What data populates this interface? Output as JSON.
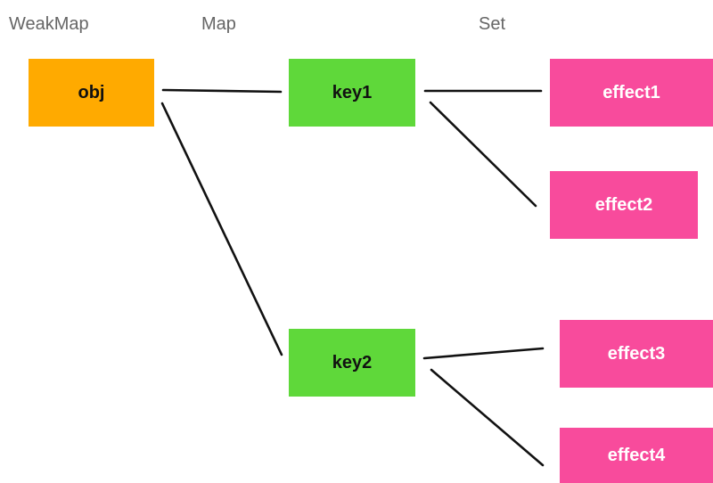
{
  "headers": {
    "weakmap": "WeakMap",
    "map": "Map",
    "set": "Set"
  },
  "nodes": {
    "obj": "obj",
    "key1": "key1",
    "key2": "key2",
    "effect1": "effect1",
    "effect2": "effect2",
    "effect3": "effect3",
    "effect4": "effect4"
  },
  "colors": {
    "weakmap_node": "#ffaa00",
    "map_node": "#5fd83a",
    "set_node": "#f84b9c",
    "header_text": "#666666",
    "connector": "#111111"
  },
  "edges": [
    {
      "from": "obj",
      "to": "key1"
    },
    {
      "from": "obj",
      "to": "key2"
    },
    {
      "from": "key1",
      "to": "effect1"
    },
    {
      "from": "key1",
      "to": "effect2"
    },
    {
      "from": "key2",
      "to": "effect3"
    },
    {
      "from": "key2",
      "to": "effect4"
    }
  ]
}
